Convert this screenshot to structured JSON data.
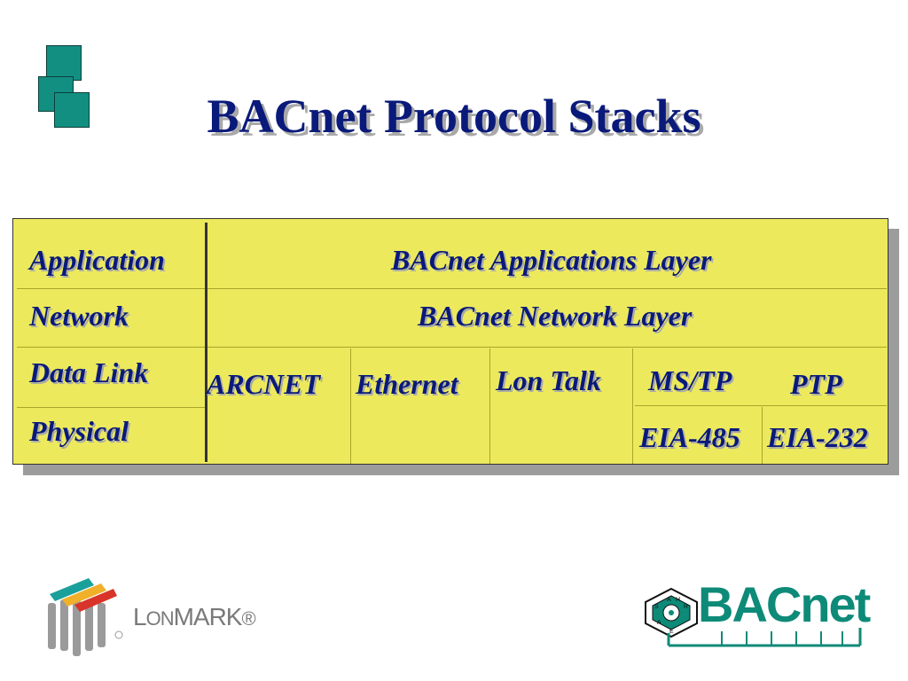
{
  "slide": {
    "title": "BACnet Protocol Stacks"
  },
  "layers": [
    {
      "label": "Application"
    },
    {
      "label": "Network"
    },
    {
      "label": "Data Link"
    },
    {
      "label": "Physical"
    }
  ],
  "stack": {
    "applications_layer": "BACnet Applications Layer",
    "network_layer": "BACnet Network Layer",
    "options": [
      {
        "datalink": "ARCNET",
        "physical": ""
      },
      {
        "datalink": "Ethernet",
        "physical": ""
      },
      {
        "datalink": "Lon Talk",
        "physical": ""
      },
      {
        "datalink": "MS/TP",
        "physical": "EIA-485"
      },
      {
        "datalink": "PTP",
        "physical": "EIA-232"
      }
    ]
  },
  "logos": {
    "lonmark": {
      "text_first": "L",
      "text_small": "ON",
      "text_rest": "MARK",
      "reg": "®"
    },
    "bacnet": {
      "text": "BACnet",
      "seal_letters": [
        "A",
        "S",
        "H",
        "R",
        "A",
        "E"
      ]
    }
  },
  "colors": {
    "title": "#0a1a7a",
    "diagram_fill": "#ecea5c",
    "accent_teal": "#138f81",
    "bacnet_green": "#0e8a78"
  }
}
